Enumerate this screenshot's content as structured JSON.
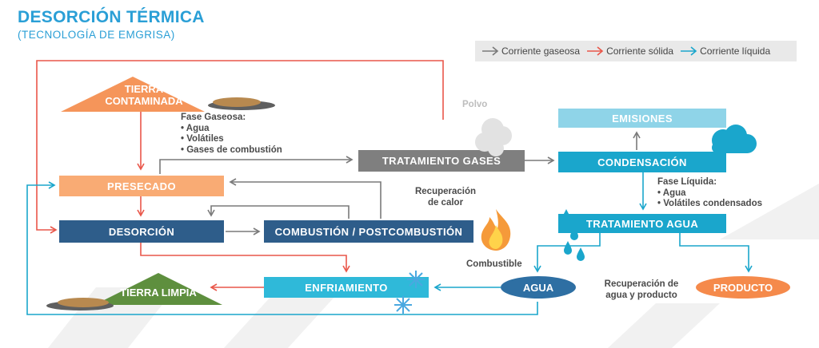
{
  "header": {
    "title": "DESORCIÓN TÉRMICA",
    "subtitle": "(TECNOLOGÍA DE EMGRISA)"
  },
  "legend": [
    {
      "label": "Corriente gaseosa",
      "color": "#7a7a7a"
    },
    {
      "label": "Corriente sólida",
      "color": "#e9574a"
    },
    {
      "label": "Corriente líquida",
      "color": "#1aa6cc"
    }
  ],
  "nodes": {
    "tierra_contaminada": {
      "line1": "TIERRA",
      "line2": "CONTAMINADA"
    },
    "tierra_limpia": "TIERRA LIMPIA",
    "presecado": "PRESECADO",
    "desorcion": "DESORCIÓN",
    "combustion": "COMBUSTIÓN / POSTCOMBUSTIÓN",
    "tratamiento_gases": "TRATAMIENTO GASES",
    "enfriamiento": "ENFRIAMIENTO",
    "emisiones": "EMISIONES",
    "condensacion": "CONDENSACIÓN",
    "tratamiento_agua": "TRATAMIENTO AGUA",
    "agua": "AGUA",
    "producto": "PRODUCTO"
  },
  "notes": {
    "fase_gaseosa": {
      "title": "Fase Gaseosa:",
      "items": [
        "Agua",
        "Volátiles",
        "Gases de combustión"
      ]
    },
    "fase_liquida": {
      "title": "Fase Líquida:",
      "items": [
        "Agua",
        "Volátiles condensados"
      ]
    },
    "polvo": "Polvo",
    "recuperacion_calor": {
      "line1": "Recuperación",
      "line2": "de calor"
    },
    "combustible": "Combustible",
    "recuperacion_agua": {
      "line1": "Recuperación de",
      "line2": "agua y producto"
    }
  },
  "colors": {
    "orange": "#f5955a",
    "light_orange": "#f9ab74",
    "dark_blue": "#2e5d8a",
    "gray": "#7f7f7f",
    "cyan": "#1aa6cc",
    "light_cyan": "#8fd4e8",
    "green": "#5e8f3e",
    "title_blue": "#2a9fd6"
  },
  "icons": [
    "soil-pile-icon",
    "dust-cloud-icon",
    "cloud-icon",
    "fire-icon",
    "snowflake-icon",
    "water-drop-icon"
  ]
}
